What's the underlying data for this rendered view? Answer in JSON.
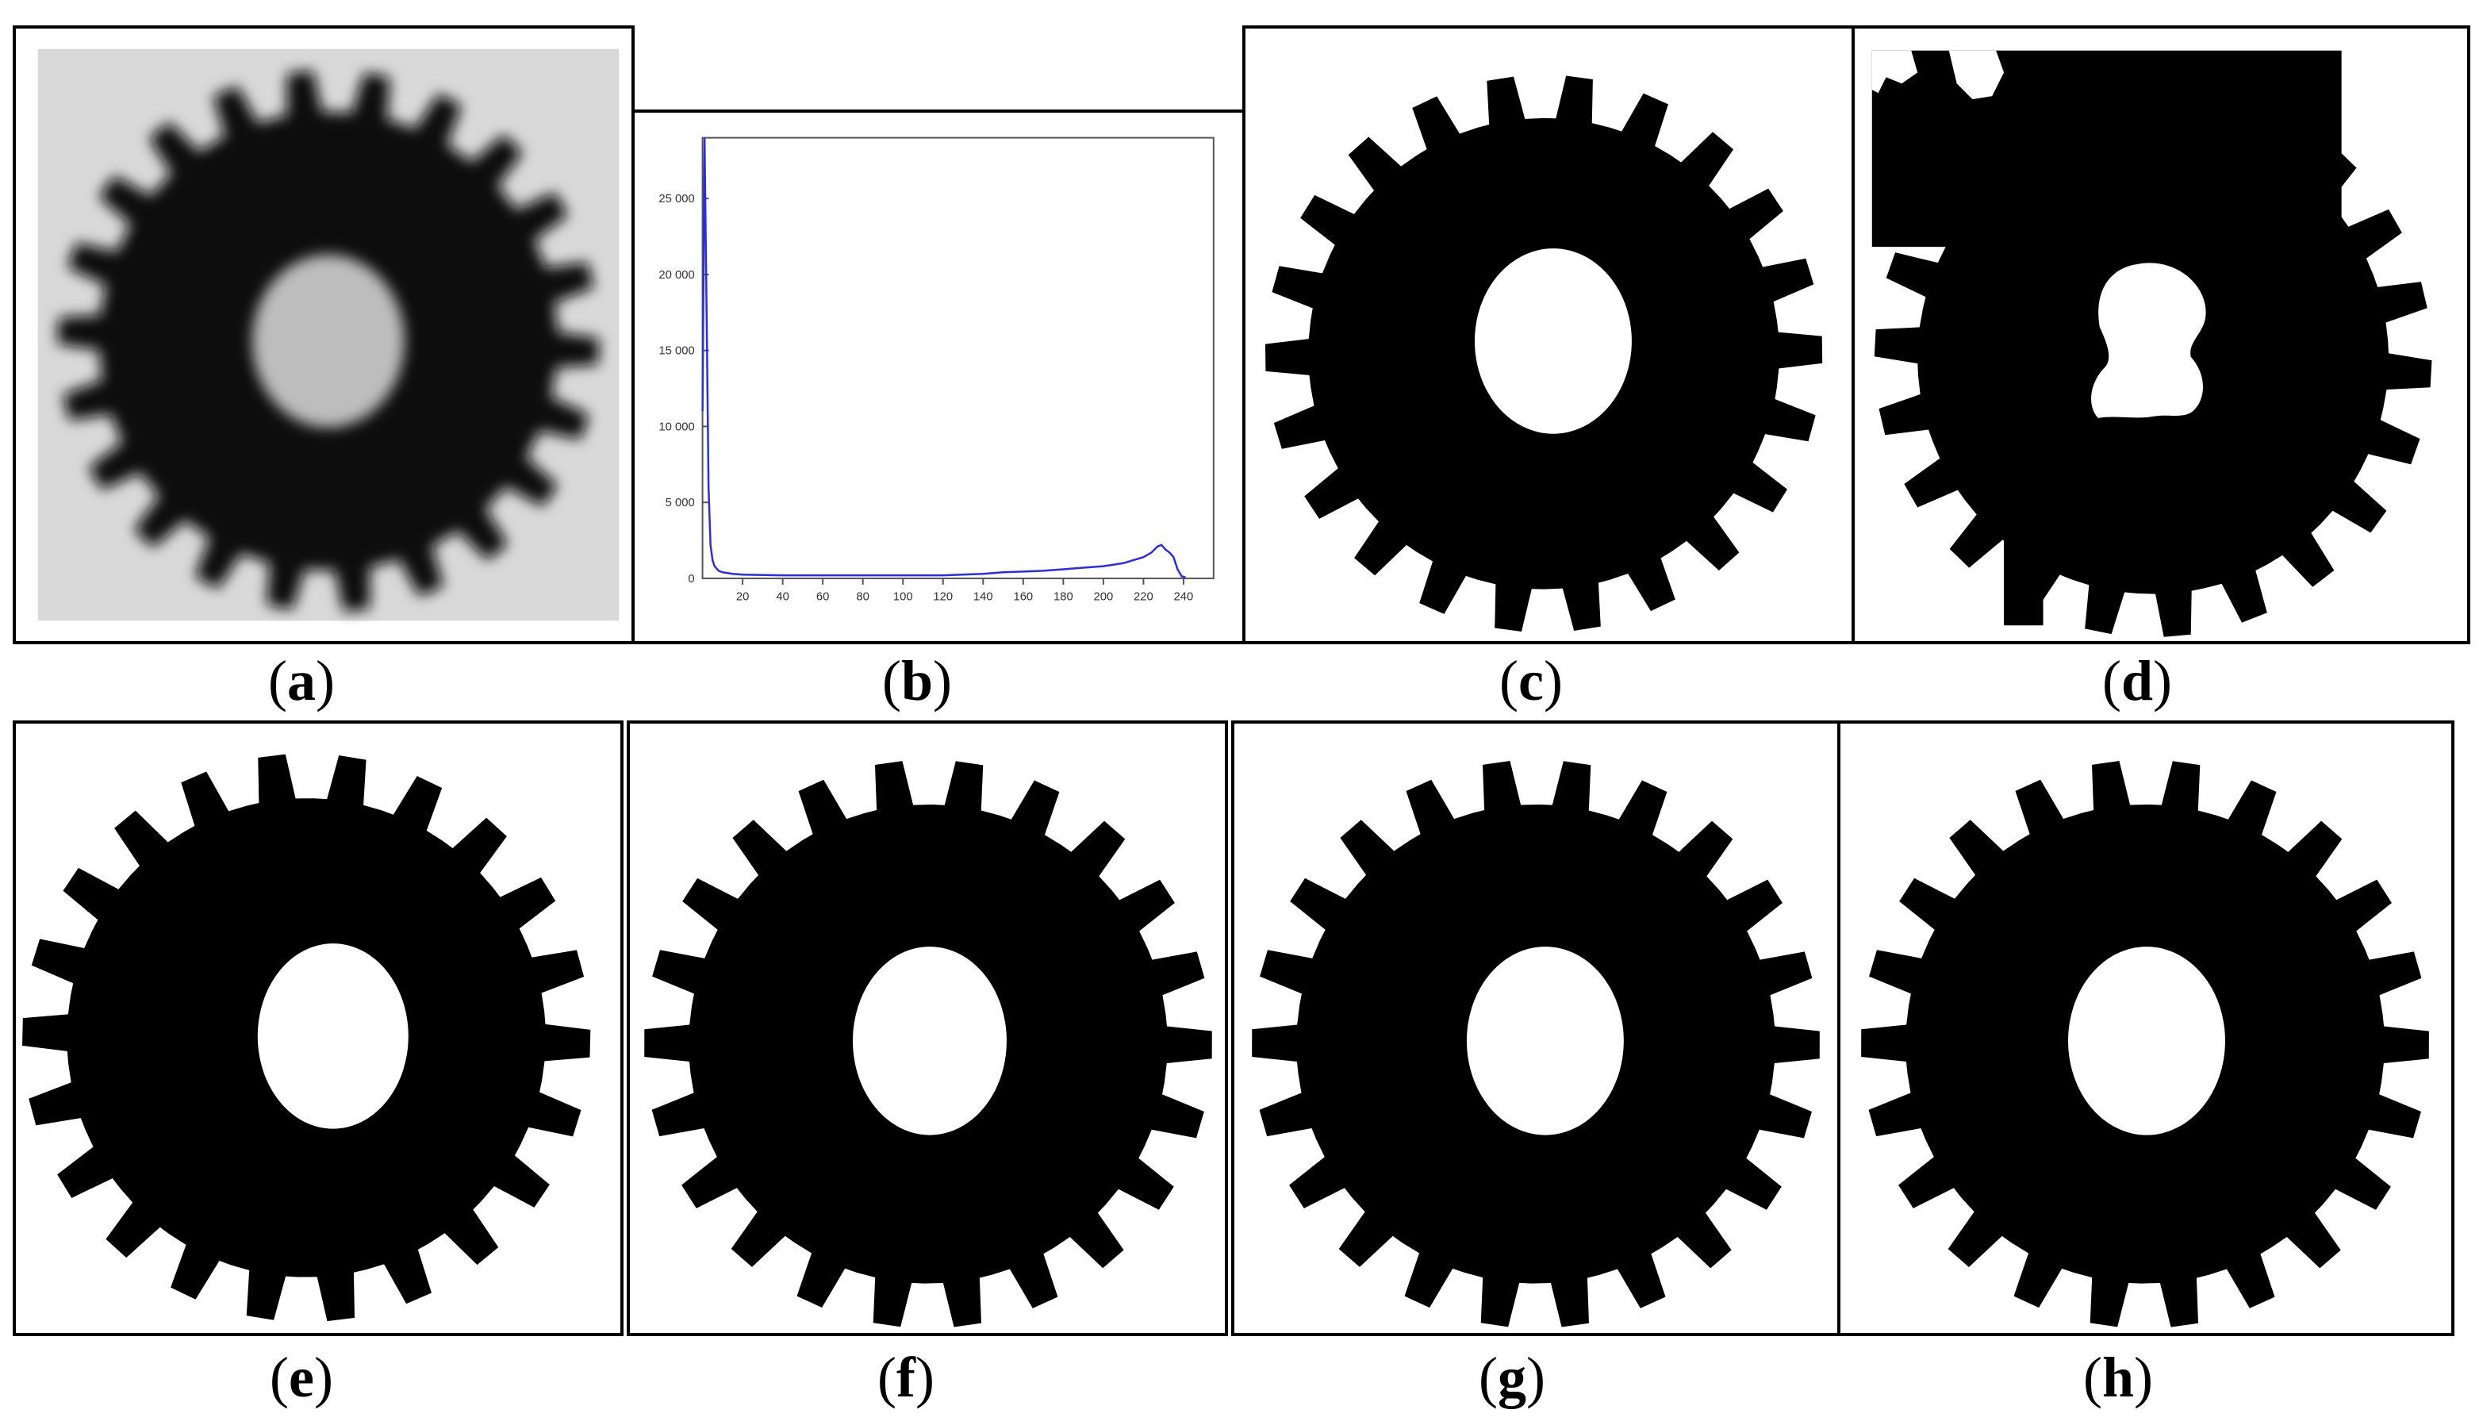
{
  "figure": {
    "captions": {
      "a": {
        "open": "(",
        "letter": "a",
        "close": ")"
      },
      "b": {
        "open": "(",
        "letter": "b",
        "close": ")"
      },
      "c": {
        "open": "(",
        "letter": "c",
        "close": ")"
      },
      "d": {
        "open": "(",
        "letter": "d",
        "close": ")"
      },
      "e": {
        "open": "(",
        "letter": "e",
        "close": ")"
      },
      "f": {
        "open": "(",
        "letter": "f",
        "close": ")"
      },
      "g": {
        "open": "(",
        "letter": "g",
        "close": ")"
      },
      "h": {
        "open": "(",
        "letter": "h",
        "close": ")"
      }
    }
  },
  "chart_data": {
    "type": "line",
    "title": "",
    "xlabel": "",
    "ylabel": "",
    "xlim": [
      0,
      255
    ],
    "ylim": [
      0,
      29000
    ],
    "x_ticks": [
      20,
      40,
      60,
      80,
      100,
      120,
      140,
      160,
      180,
      200,
      220,
      240
    ],
    "x_tick_labels": [
      "20",
      "40",
      "60",
      "80",
      "100",
      "120",
      "140",
      "160",
      "180",
      "200",
      "220",
      "240"
    ],
    "y_ticks": [
      0,
      5000,
      10000,
      15000,
      20000,
      25000
    ],
    "y_tick_labels": [
      "0",
      "5 000",
      "10 000",
      "15 000",
      "20 000",
      "25 000"
    ],
    "grid": false,
    "line_color": "#2a2af0",
    "series": [
      {
        "x": [
          0,
          1,
          2,
          3,
          4,
          5,
          6,
          8,
          10,
          15,
          20,
          40,
          60,
          80,
          100,
          120,
          140,
          150,
          160,
          170,
          180,
          190,
          200,
          210,
          215,
          220,
          224,
          227,
          229,
          231,
          233,
          235,
          237,
          239,
          241
        ],
        "values": [
          11000,
          29000,
          18000,
          6000,
          2200,
          1200,
          800,
          500,
          400,
          300,
          250,
          200,
          200,
          200,
          200,
          200,
          300,
          400,
          450,
          500,
          600,
          700,
          800,
          1000,
          1200,
          1400,
          1700,
          2100,
          2200,
          1900,
          1700,
          1400,
          600,
          150,
          50
        ]
      }
    ]
  }
}
